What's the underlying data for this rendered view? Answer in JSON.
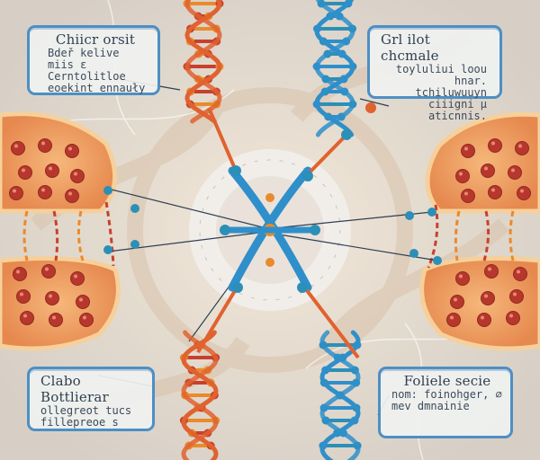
{
  "labels": {
    "top_left": {
      "title": "Chiicr orsit",
      "lines": [
        "Bdeř kelive",
        "miis ε Cerntolitloe",
        "eoekint ennauły"
      ]
    },
    "top_right": {
      "title": "Grl ilot chcmale",
      "lines": [
        "toyluliui loou",
        "hnar. tchiluwuuyn",
        "ciiigni μ aticnnis."
      ]
    },
    "bottom_left": {
      "title": "Clabo Bottlierar",
      "lines": [
        "ollegreot tucs",
        "fillepreoe s"
      ]
    },
    "bottom_right": {
      "title": "Foliele secie",
      "lines": [
        "nom: foinohger, ∅",
        "mev dmnainie"
      ]
    }
  },
  "colors": {
    "background": "#e9dccb",
    "helix_blue": "#2f8fca",
    "helix_orange": "#e0622f",
    "rung_red": "#c7402d",
    "rung_orange": "#e98a2b",
    "bead_teal": "#2c8fb8",
    "cell_fill": "#f0a66a",
    "cell_rim": "#f3c27c",
    "dot_red": "#b8372c",
    "box_border": "#4d8fc4"
  },
  "icons": [
    "dna-helix-icon",
    "cell-icon",
    "chromosome-cross-icon"
  ]
}
